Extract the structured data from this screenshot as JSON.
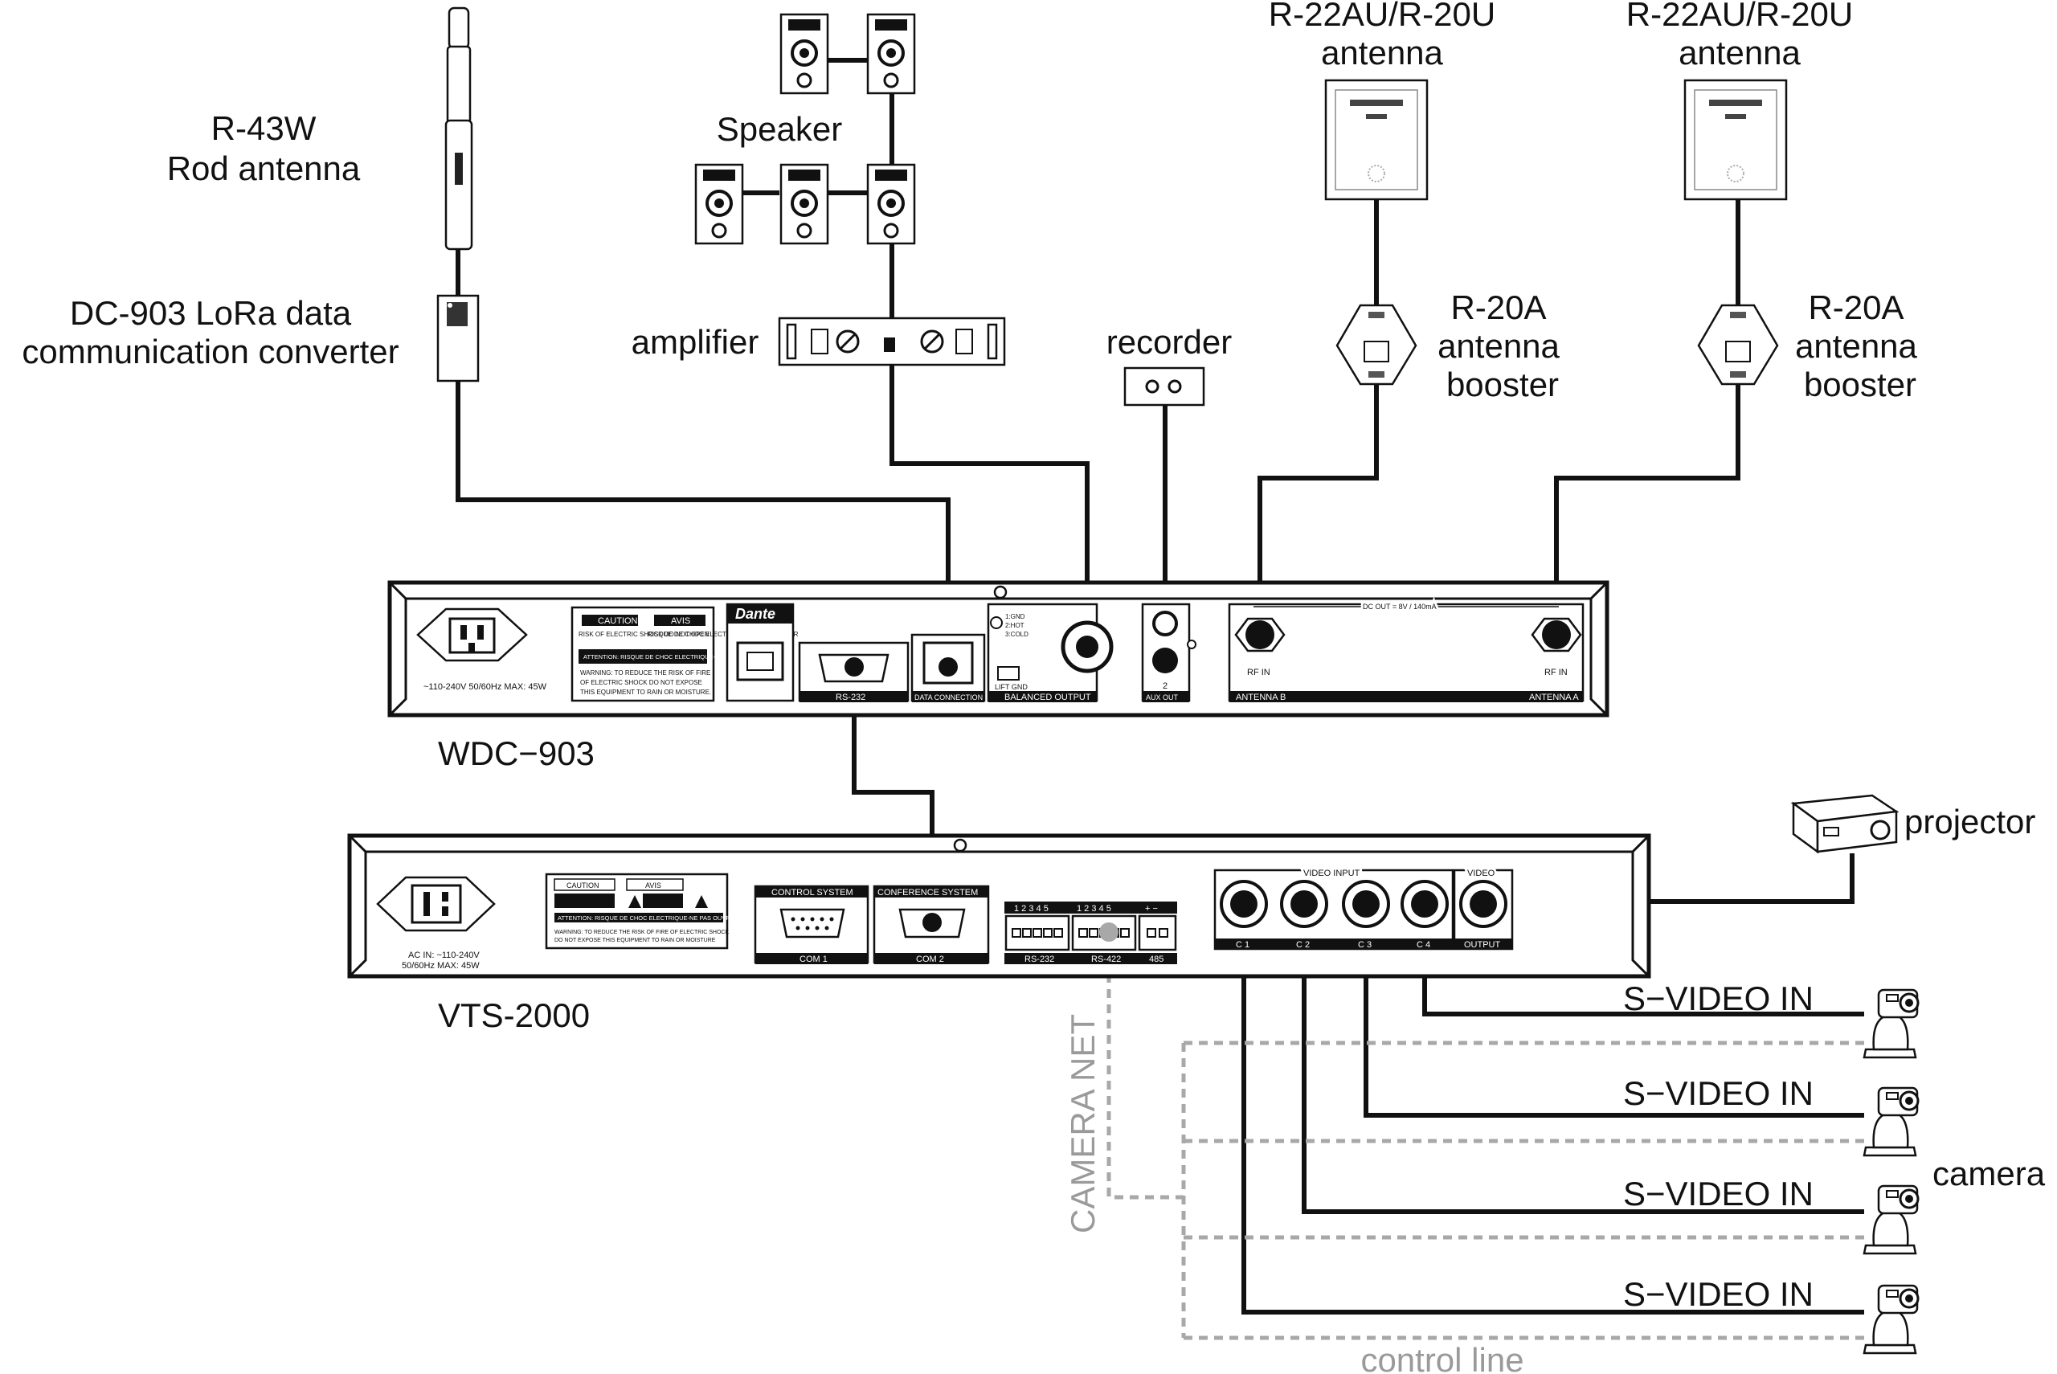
{
  "labels": {
    "rod_antenna_model": "R-43W",
    "rod_antenna_desc": "Rod antenna",
    "converter_line1": "DC-903 LoRa data",
    "converter_line2": "communication converter",
    "speaker": "Speaker",
    "amplifier": "amplifier",
    "recorder": "recorder",
    "antenna1_model": "R-22AU/R-20U",
    "antenna1_desc": "antenna",
    "antenna2_model": "R-22AU/R-20U",
    "antenna2_desc": "antenna",
    "booster1_line1": "R-20A",
    "booster1_line2": "antenna",
    "booster1_line3": "booster",
    "booster2_line1": "R-20A",
    "booster2_line2": "antenna",
    "booster2_line3": "booster",
    "wdc_name": "WDC−903",
    "vts_name": "VTS-2000",
    "projector": "projector",
    "camera": "camera",
    "svideo_1": "S−VIDEO IN",
    "svideo_2": "S−VIDEO IN",
    "svideo_3": "S−VIDEO IN",
    "svideo_4": "S−VIDEO IN",
    "camera_net": "CAMERA NET",
    "control_line": "control line"
  },
  "wdc_panel": {
    "power_rating": "~110-240V 50/60Hz MAX: 45W",
    "caution": "CAUTION",
    "avis": "AVIS",
    "risk_en": "RISK OF ELECTRIC SHOCK DO NOT OPEN",
    "risk_fr": "RISQUE DE CHOC ELECTRIQUE NE PAS OUVRIR",
    "attention": "ATTENTION: RISQUE DE CHOC ELECTRIQUE-NE PAS OUVRIR",
    "warning_l1": "WARNING: TO REDUCE THE RISK OF FIRE",
    "warning_l2": "OF ELECTRIC SHOCK DO NOT EXPOSE",
    "warning_l3": "THIS EQUIPMENT TO RAIN OR MOISTURE.",
    "dante": "Dante",
    "rs232": "RS-232",
    "data_connection": "DATA CONNECTION",
    "balanced_output": "BALANCED OUTPUT",
    "lift_gnd": "LIFT  GND",
    "pin1": "1:GND",
    "pin2": "2:HOT",
    "pin3": "3:COLD",
    "aux_out": "AUX OUT",
    "aux_num": "2",
    "dc_out": "DC OUT = 8V / 140mA",
    "rf_in_b": "RF IN",
    "rf_in_a": "RF IN",
    "antenna_b": "ANTENNA B",
    "antenna_a": "ANTENNA A"
  },
  "vts_panel": {
    "ac_in": "AC IN: ~110-240V",
    "ac_in2": "50/60Hz MAX: 45W",
    "caution": "CAUTION",
    "avis": "AVIS",
    "attention": "ATTENTION: RISQUE DE CHOC ELECTRIQUE-NE PAS OUVRIR",
    "warning_l1": "WARNING: TO REDUCE THE RISK OF FIRE OF ELECTRIC SHOCK",
    "warning_l2": "DO NOT EXPOSE THIS EQUIPMENT TO RAIN OR MOISTURE",
    "control_system": "CONTROL SYSTEM",
    "conference_system": "CONFERENCE SYSTEM",
    "com1": "COM 1",
    "com2": "COM 2",
    "terminal_nums": "1 2 3 4 5",
    "rs232": "RS-232",
    "rs422": "RS-422",
    "rs485": "485",
    "plus_minus": "+  −",
    "video_input": "VIDEO INPUT",
    "video": "VIDEO",
    "output": "OUTPUT",
    "ch1": "C 1",
    "ch2": "C 2",
    "ch3": "C 3",
    "ch4": "C 4"
  },
  "colors": {
    "line": "#111111",
    "control_line": "#a8a8a8",
    "background": "#ffffff"
  }
}
